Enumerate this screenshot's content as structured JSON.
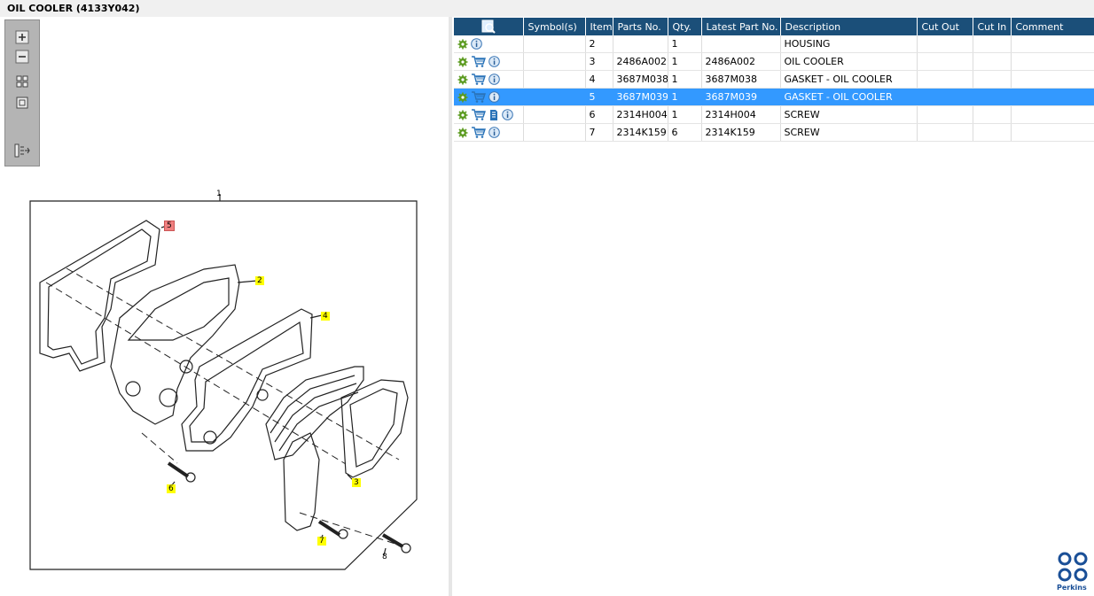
{
  "window": {
    "title": "OIL COOLER (4133Y042)"
  },
  "toolbar": {
    "tools": [
      "zoom-in-icon",
      "zoom-out-icon",
      "fit-page-icon",
      "actual-size-icon",
      "toggle-panel-icon"
    ]
  },
  "diagram": {
    "assembly_label": "1",
    "callouts": [
      {
        "num": "5",
        "style": "selected"
      },
      {
        "num": "2",
        "style": "highlight"
      },
      {
        "num": "4",
        "style": "highlight"
      },
      {
        "num": "3",
        "style": "highlight"
      },
      {
        "num": "6",
        "style": "highlight"
      },
      {
        "num": "7",
        "style": "highlight"
      },
      {
        "num": "8",
        "style": "plain"
      }
    ]
  },
  "table": {
    "columns": [
      "",
      "Symbol(s)",
      "Item",
      "Parts No.",
      "Qty.",
      "Latest Part No.",
      "Description",
      "Cut Out",
      "Cut In",
      "Comment"
    ],
    "rows": [
      {
        "item": "2",
        "part_no": "",
        "qty": "1",
        "latest": "",
        "desc": "HOUSING",
        "cart": false,
        "book": false,
        "selected": false
      },
      {
        "item": "3",
        "part_no": "2486A002",
        "qty": "1",
        "latest": "2486A002",
        "desc": "OIL COOLER",
        "cart": true,
        "book": false,
        "selected": false
      },
      {
        "item": "4",
        "part_no": "3687M038",
        "qty": "1",
        "latest": "3687M038",
        "desc": "GASKET - OIL COOLER",
        "cart": true,
        "book": false,
        "selected": false
      },
      {
        "item": "5",
        "part_no": "3687M039",
        "qty": "1",
        "latest": "3687M039",
        "desc": "GASKET - OIL COOLER",
        "cart": true,
        "book": false,
        "selected": true
      },
      {
        "item": "6",
        "part_no": "2314H004",
        "qty": "1",
        "latest": "2314H004",
        "desc": "SCREW",
        "cart": true,
        "book": true,
        "selected": false
      },
      {
        "item": "7",
        "part_no": "2314K159",
        "qty": "6",
        "latest": "2314K159",
        "desc": "SCREW",
        "cart": true,
        "book": false,
        "selected": false
      }
    ]
  },
  "brand": {
    "name": "Perkins",
    "color": "#1a4f97"
  },
  "colors": {
    "header": "#1b4f79",
    "selected_row": "#3399ff",
    "callout_highlight": "#ffff00",
    "callout_selected": "#f08080"
  }
}
